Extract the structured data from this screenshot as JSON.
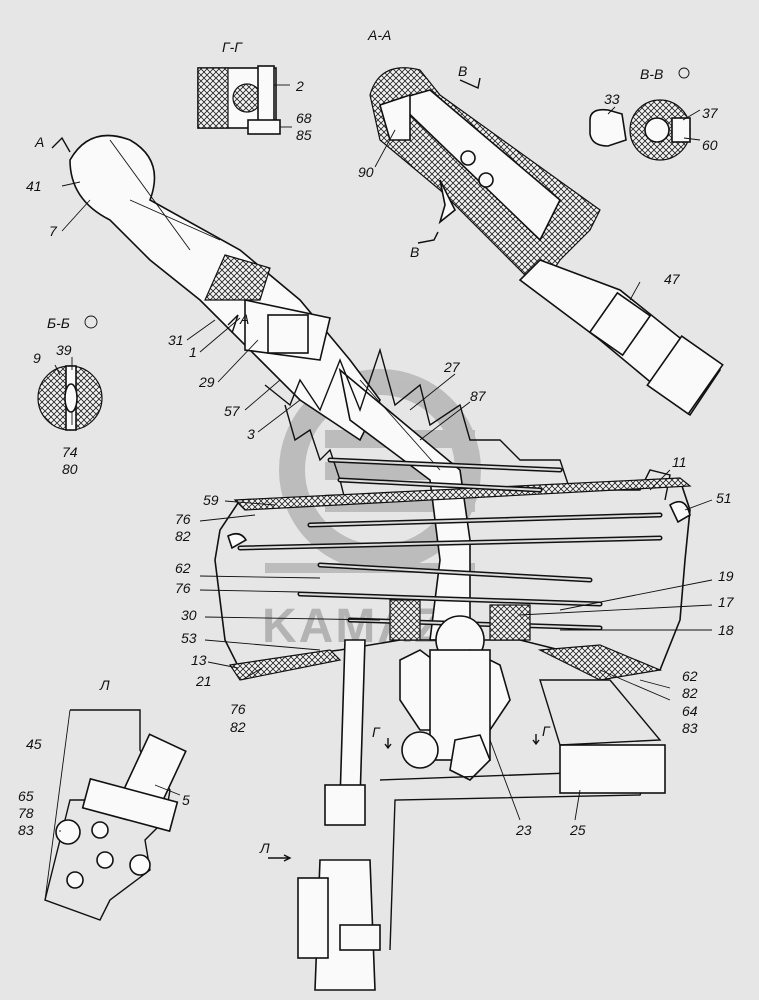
{
  "sections": {
    "gg": "Г-Г",
    "aa": "А-А",
    "bb": "Б-Б",
    "vv": "В-В",
    "l": "Л"
  },
  "markers": {
    "a_top": "А",
    "a_mid": "А",
    "v_top": "В",
    "v_bot": "В",
    "g_left": "Г",
    "g_right": "Г",
    "l_arrow": "Л"
  },
  "logo": {
    "text": "KAMAZ"
  },
  "callouts": {
    "c2": "2",
    "c68": "68",
    "c85": "85",
    "c33": "33",
    "c37": "37",
    "c60": "60",
    "c41": "41",
    "c7": "7",
    "c90": "90",
    "c47": "47",
    "c9": "9",
    "c39": "39",
    "c74": "74",
    "c80": "80",
    "c31": "31",
    "c1": "1",
    "c29": "29",
    "c57": "57",
    "c3": "3",
    "c27": "27",
    "c87": "87",
    "c11": "11",
    "c51": "51",
    "c59": "59",
    "c76a": "76",
    "c82a": "82",
    "c62a": "62",
    "c76b": "76",
    "c19": "19",
    "c17": "17",
    "c18": "18",
    "c30": "30",
    "c53": "53",
    "c13": "13",
    "c21": "21",
    "c76c": "76",
    "c82b": "82",
    "c62b": "62",
    "c82c": "82",
    "c64": "64",
    "c83a": "83",
    "c45": "45",
    "c5": "5",
    "c65": "65",
    "c78": "78",
    "c83b": "83",
    "c23": "23",
    "c25": "25"
  }
}
